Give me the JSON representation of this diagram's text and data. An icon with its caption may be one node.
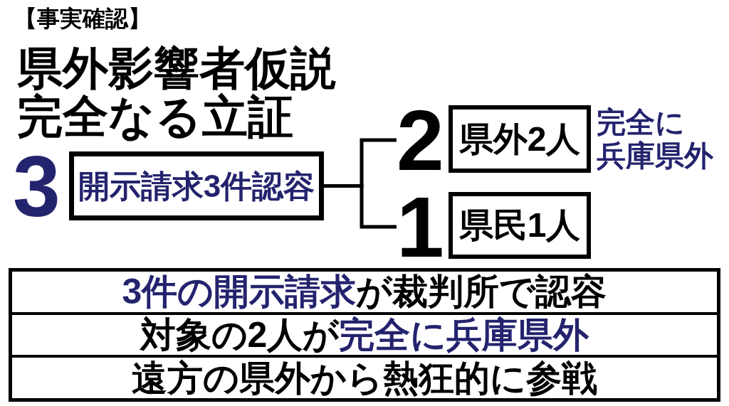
{
  "diagram": {
    "title": "県外影響者仮説完全なる立証",
    "nodes": [
      {
        "text": [
          "開示請求3件認容"
        ],
        "beside": [
          "3"
        ]
      },
      {
        "text": [
          "2"
        ]
      },
      {
        "text": [
          "県外2人"
        ],
        "beside": [
          "完全に兵庫県外"
        ]
      },
      {
        "text": [
          "1"
        ]
      },
      {
        "text": [
          "県民1人"
        ]
      },
      {
        "text": [
          "**3件の開示請求**が裁判所で認容",
          "対象の2人が**完全に兵庫県外**",
          "遠方の県外から熱狂的に参戦"
        ]
      }
    ],
    "edges": [
      {
        "from": 0,
        "to": 1,
        "arrow": "none"
      },
      {
        "from": 0,
        "to": 3,
        "arrow": "none"
      }
    ],
    "labels": [
      "【事実確認】"
    ]
  }
}
